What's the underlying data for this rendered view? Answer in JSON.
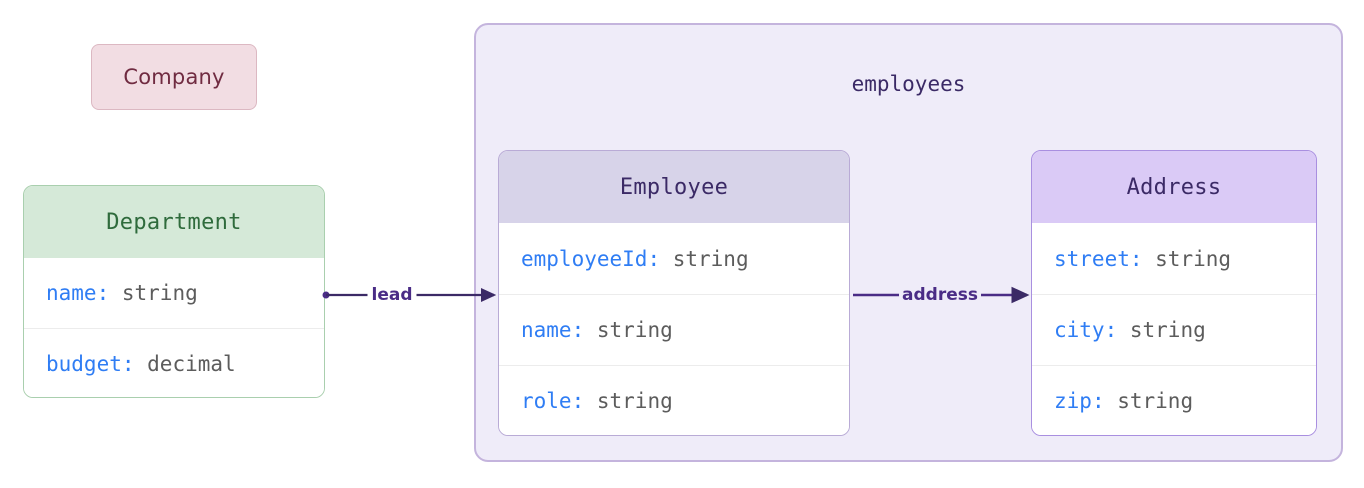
{
  "diagram": {
    "title": "entity relationship diagram",
    "background": "#ffffff",
    "accent": "#4a2c86"
  },
  "simple_nodes": [
    {
      "id": "company",
      "label": "Company",
      "fill": "#f2dde3",
      "border": "#dcb8c2",
      "text_color": "#702b41"
    }
  ],
  "groups": [
    {
      "id": "employees-group",
      "label": "employees",
      "fill": "#efecf9",
      "border": "#c4b4dd"
    }
  ],
  "entities": [
    {
      "id": "department",
      "title": "Department",
      "header_fill": "#d5e9d8",
      "header_text": "#2f6b3c",
      "border": "#a9cfae",
      "fields": [
        {
          "name": "name",
          "sep": ": ",
          "type": "string"
        },
        {
          "name": "budget",
          "sep": ": ",
          "type": "decimal"
        }
      ]
    },
    {
      "id": "employee",
      "title": "Employee",
      "header_fill": "#d7d3e9",
      "header_text": "#3b2a66",
      "border": "#b9abd6",
      "fields": [
        {
          "name": "employeeId",
          "sep": ": ",
          "type": "string"
        },
        {
          "name": "name",
          "sep": ": ",
          "type": "string"
        },
        {
          "name": "role",
          "sep": ": ",
          "type": "string"
        }
      ]
    },
    {
      "id": "address",
      "title": "Address",
      "header_fill": "#dacaf6",
      "header_text": "#3b2a66",
      "border": "#a98fe0",
      "fields": [
        {
          "name": "street",
          "sep": ": ",
          "type": "string"
        },
        {
          "name": "city",
          "sep": ": ",
          "type": "string"
        },
        {
          "name": "zip",
          "sep": ": ",
          "type": "string"
        }
      ]
    }
  ],
  "edges": [
    {
      "id": "lead",
      "label": "lead",
      "from": "department",
      "to": "employee",
      "color": "#4a2c86"
    },
    {
      "id": "address",
      "label": "address",
      "from": "employee",
      "to": "address",
      "color": "#4a2c86"
    }
  ]
}
